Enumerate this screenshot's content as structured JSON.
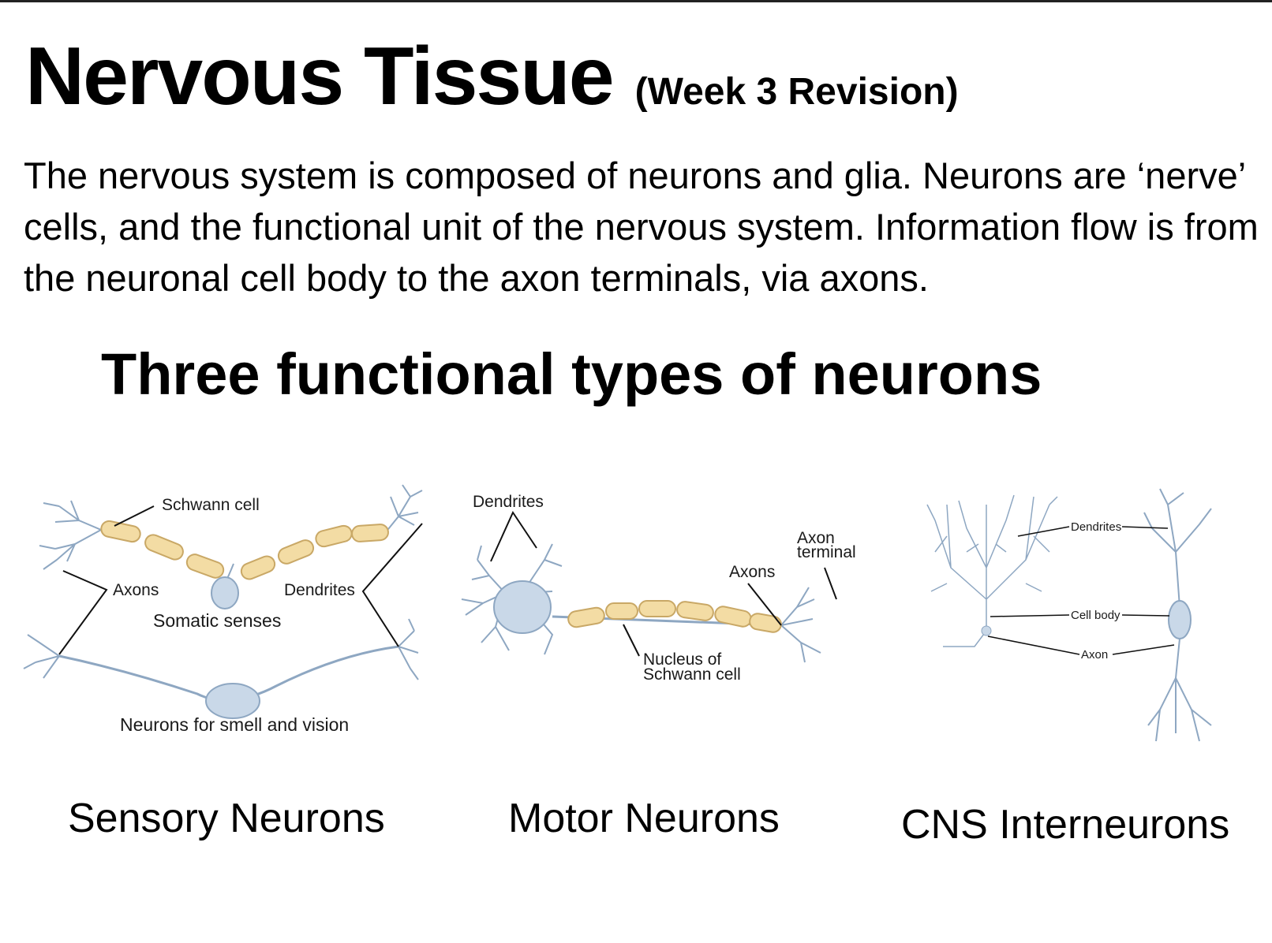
{
  "slide": {
    "title": "Nervous Tissue",
    "subtitle": "(Week 3 Revision)",
    "intro": "The nervous system is composed of neurons and glia. Neurons are ‘nerve’ cells, and the functional unit of the nervous system. Information flow is from the neuronal cell body to the axon terminals, via axons.",
    "section_heading": "Three functional types of neurons"
  },
  "sensory": {
    "schwann_label": "Schwann cell",
    "axons_label": "Axons",
    "dendrites_label": "Dendrites",
    "somatic_label": "Somatic senses",
    "smell_vision_label": "Neurons for smell and vision",
    "caption": "Sensory Neurons"
  },
  "motor": {
    "dendrites_label": "Dendrites",
    "axons_label": "Axons",
    "axon_terminal_label_1": "Axon",
    "axon_terminal_label_2": "terminal",
    "nucleus_label_1": "Nucleus of",
    "nucleus_label_2": "Schwann cell",
    "caption": "Motor Neurons"
  },
  "interneurons": {
    "dendrites_label": "Dendrites",
    "cell_body_label": "Cell body",
    "axon_label": "Axon",
    "caption": "CNS Interneurons"
  },
  "colors": {
    "neuron_fill": "#c9d8e8",
    "neuron_stroke": "#8ea7c2",
    "myelin_fill": "#f3dca4",
    "myelin_stroke": "#c9a866",
    "leader_line": "#111111"
  }
}
